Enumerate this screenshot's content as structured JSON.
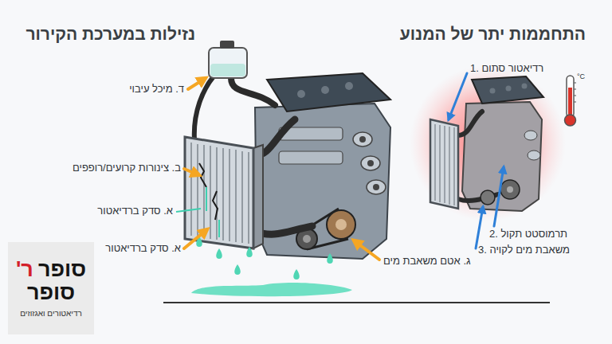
{
  "diagram": {
    "nodes": [
      {
        "text": [
          "סופר",
          "ר'",
          "סופר",
          "רדיאטורים ואגזוזים"
        ]
      }
    ],
    "labels": [
      "נזילות במערכת הקירור",
      "התחממות יתר של המנוע",
      "ד. מיכל עיבוי",
      "ב. צינורות קרועים/רופפים",
      "א. סדק ברדיאטור",
      "א. סדק ברדיאטור",
      "ג. אטם משאבת מים",
      "1. רדיאטור סתום",
      "2. תרמוסטט תקול",
      "3. משאבת מים לקויה",
      "°C"
    ]
  }
}
